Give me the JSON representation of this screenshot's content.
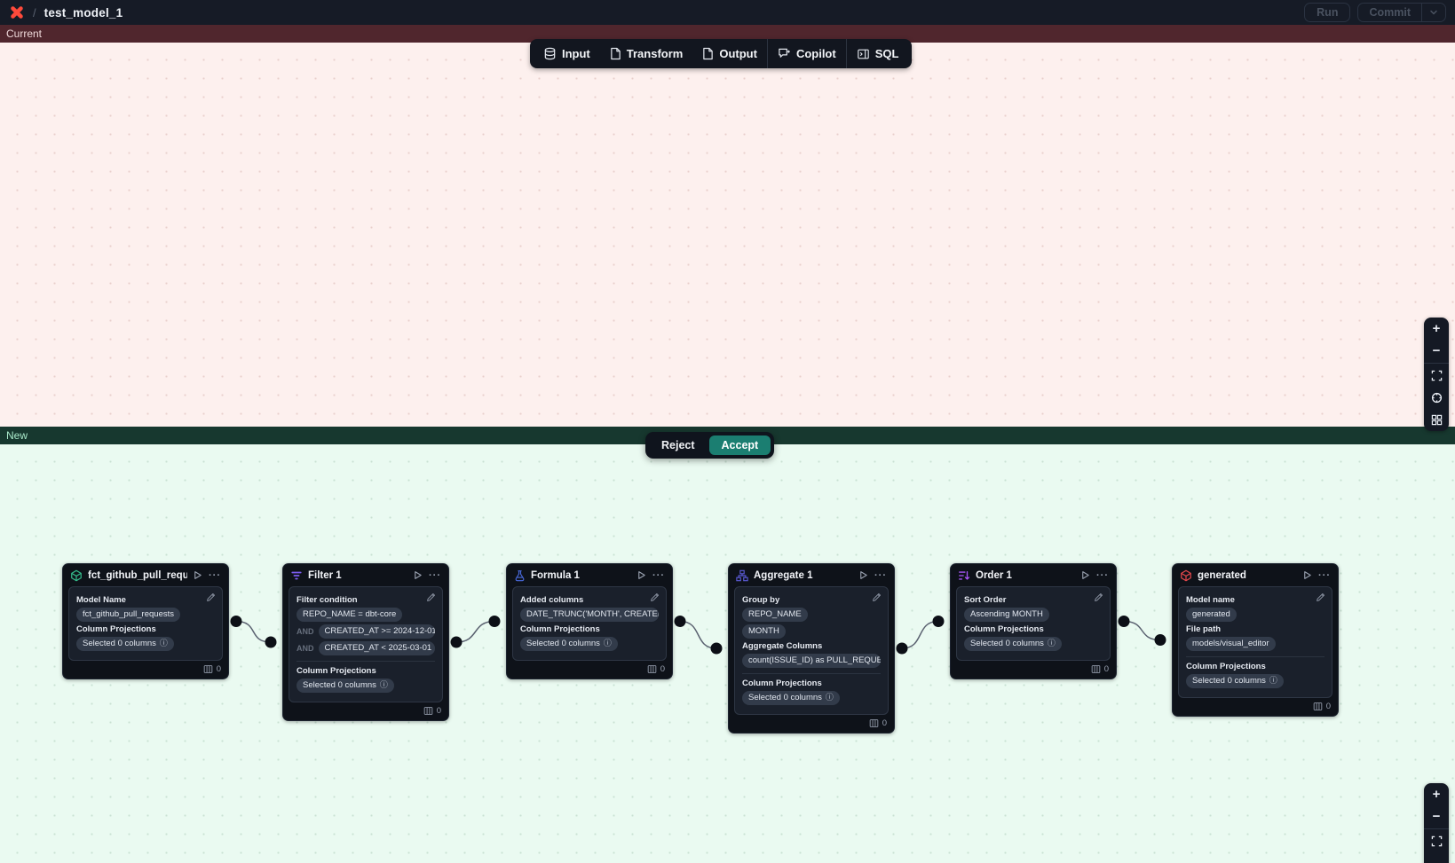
{
  "header": {
    "separator": "/",
    "title": "test_model_1",
    "run_button": "Run",
    "commit_button": "Commit"
  },
  "toolbar": {
    "items": [
      {
        "name": "input",
        "icon": "database-icon",
        "label": "Input"
      },
      {
        "name": "transform",
        "icon": "document-icon",
        "label": "Transform"
      },
      {
        "name": "output",
        "icon": "document-icon",
        "label": "Output"
      },
      {
        "name": "copilot",
        "icon": "copilot-icon",
        "label": "Copilot",
        "divider_before": true
      },
      {
        "name": "sql",
        "icon": "panel-icon",
        "label": "SQL",
        "divider_before": true
      }
    ]
  },
  "current_section": {
    "label": "Current"
  },
  "new_section": {
    "label": "New"
  },
  "diff_controls": {
    "reject_label": "Reject",
    "accept_label": "Accept"
  },
  "colors": {
    "logo_orange": "#ff4a3b",
    "accept_teal": "#1b7e71",
    "current_bar_bg": "#50262d",
    "new_bar_bg": "#17382f",
    "current_canvas_bg": "#fdf0ee",
    "new_canvas_bg": "#eafaf1"
  },
  "nodes": [
    {
      "title": "fct_github_pull_requests",
      "icon": "model-icon",
      "icon_color": "#34b889",
      "fields": [
        {
          "label": "Model Name",
          "pills": [
            {
              "text": "fct_github_pull_requests"
            }
          ]
        },
        {
          "label": "Column Projections",
          "pills": [
            {
              "text": "Selected 0 columns",
              "info": true
            }
          ]
        }
      ],
      "footer_count": "0"
    },
    {
      "title": "Filter 1",
      "icon": "filter-icon",
      "icon_color": "#7c5cf0",
      "fields": [
        {
          "label": "Filter condition",
          "pills": [
            {
              "text": "REPO_NAME = dbt-core"
            },
            {
              "prefix": "AND",
              "text": "CREATED_AT >= 2024-12-01"
            },
            {
              "prefix": "AND",
              "text": "CREATED_AT < 2025-03-01"
            }
          ]
        },
        {
          "label": "Column Projections",
          "divider_before": true,
          "pills": [
            {
              "text": "Selected 0 columns",
              "info": true
            }
          ]
        }
      ],
      "footer_count": "0"
    },
    {
      "title": "Formula 1",
      "icon": "formula-icon",
      "icon_color": "#4a6bdf",
      "fields": [
        {
          "label": "Added columns",
          "pills": [
            {
              "text": "DATE_TRUNC('MONTH', CREATED_AT…",
              "truncate": true
            }
          ]
        },
        {
          "label": "Column Projections",
          "pills": [
            {
              "text": "Selected 0 columns",
              "info": true
            }
          ]
        }
      ],
      "footer_count": "0"
    },
    {
      "title": "Aggregate 1",
      "icon": "aggregate-icon",
      "icon_color": "#5b5bd6",
      "fields": [
        {
          "label": "Group by",
          "pills": [
            {
              "text": "REPO_NAME"
            },
            {
              "text": "MONTH"
            }
          ]
        },
        {
          "label": "Aggregate Columns",
          "pills": [
            {
              "text": "count(ISSUE_ID) as PULL_REQUEST_…",
              "truncate": true
            }
          ]
        },
        {
          "label": "Column Projections",
          "divider_before": true,
          "pills": [
            {
              "text": "Selected 0 columns",
              "info": true
            }
          ]
        }
      ],
      "footer_count": "0"
    },
    {
      "title": "Order 1",
      "icon": "order-icon",
      "icon_color": "#a855f7",
      "fields": [
        {
          "label": "Sort Order",
          "pills": [
            {
              "text": "Ascending MONTH"
            }
          ]
        },
        {
          "label": "Column Projections",
          "pills": [
            {
              "text": "Selected 0 columns",
              "info": true
            }
          ]
        }
      ],
      "footer_count": "0"
    },
    {
      "title": "generated",
      "icon": "model-icon",
      "icon_color": "#e0474b",
      "fields": [
        {
          "label": "Model name",
          "pills": [
            {
              "text": "generated"
            }
          ]
        },
        {
          "label": "File path",
          "pills": [
            {
              "text": "models/visual_editor"
            }
          ]
        },
        {
          "label": "Column Projections",
          "divider_before": true,
          "pills": [
            {
              "text": "Selected 0 columns",
              "info": true
            }
          ]
        }
      ],
      "footer_count": "0"
    }
  ],
  "zoom_controls": {
    "current": [
      "zoom-in",
      "zoom-out",
      "divider",
      "fit-view",
      "focus",
      "minimap"
    ],
    "new": [
      "zoom-in",
      "zoom-out",
      "divider",
      "fit-view"
    ]
  }
}
